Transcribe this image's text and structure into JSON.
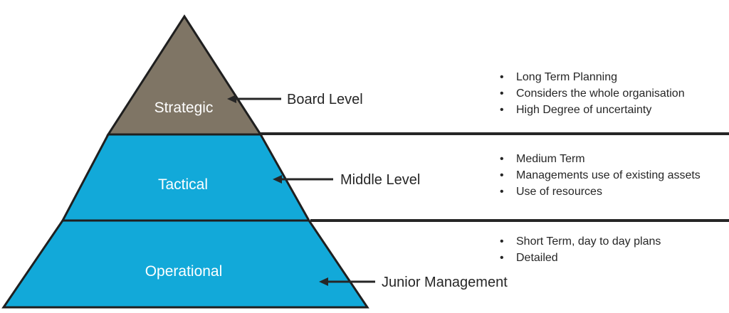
{
  "colors": {
    "strategic_fill": "#7f7565",
    "tier_fill": "#12a9d9",
    "outline": "#1f1f1f",
    "tier_text": "#ffffff",
    "body_text": "#262626"
  },
  "tiers": [
    {
      "name": "Strategic",
      "level": "Board Level",
      "bullets": [
        "Long Term Planning",
        "Considers the whole organisation",
        "High Degree of uncertainty"
      ]
    },
    {
      "name": "Tactical",
      "level": "Middle Level",
      "bullets": [
        "Medium Term",
        "Managements use of existing assets",
        "Use of resources"
      ]
    },
    {
      "name": "Operational",
      "level": "Junior Management",
      "bullets": [
        "Short Term, day to day plans",
        "Detailed"
      ]
    }
  ]
}
